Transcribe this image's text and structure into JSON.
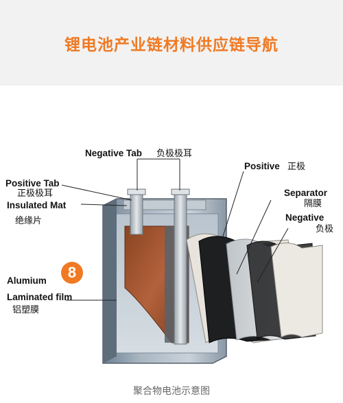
{
  "header": {
    "title": "锂电池产业链材料供应链导航"
  },
  "labels": {
    "negative_tab_en": "Negative Tab",
    "negative_tab_cn": "负极极耳",
    "positive_en": "Positive",
    "positive_cn": "正极",
    "positive_tab_en": "Positive Tab",
    "positive_tab_cn": "正极极耳",
    "separator_en": "Separator",
    "separator_cn": "隔膜",
    "insulated_mat_en": "Insulated Mat",
    "insulated_mat_cn": "绝缘片",
    "negative_en": "Negative",
    "negative_cn": "负极",
    "alumium_en": "Alumium",
    "laminated_film_en": "Laminated film",
    "laminated_film_cn": "铝塑膜"
  },
  "badge": {
    "number": "8"
  },
  "caption": "聚合物电池示意图",
  "colors": {
    "accent": "#f07a23",
    "header_bg": "#f2f2f2"
  }
}
